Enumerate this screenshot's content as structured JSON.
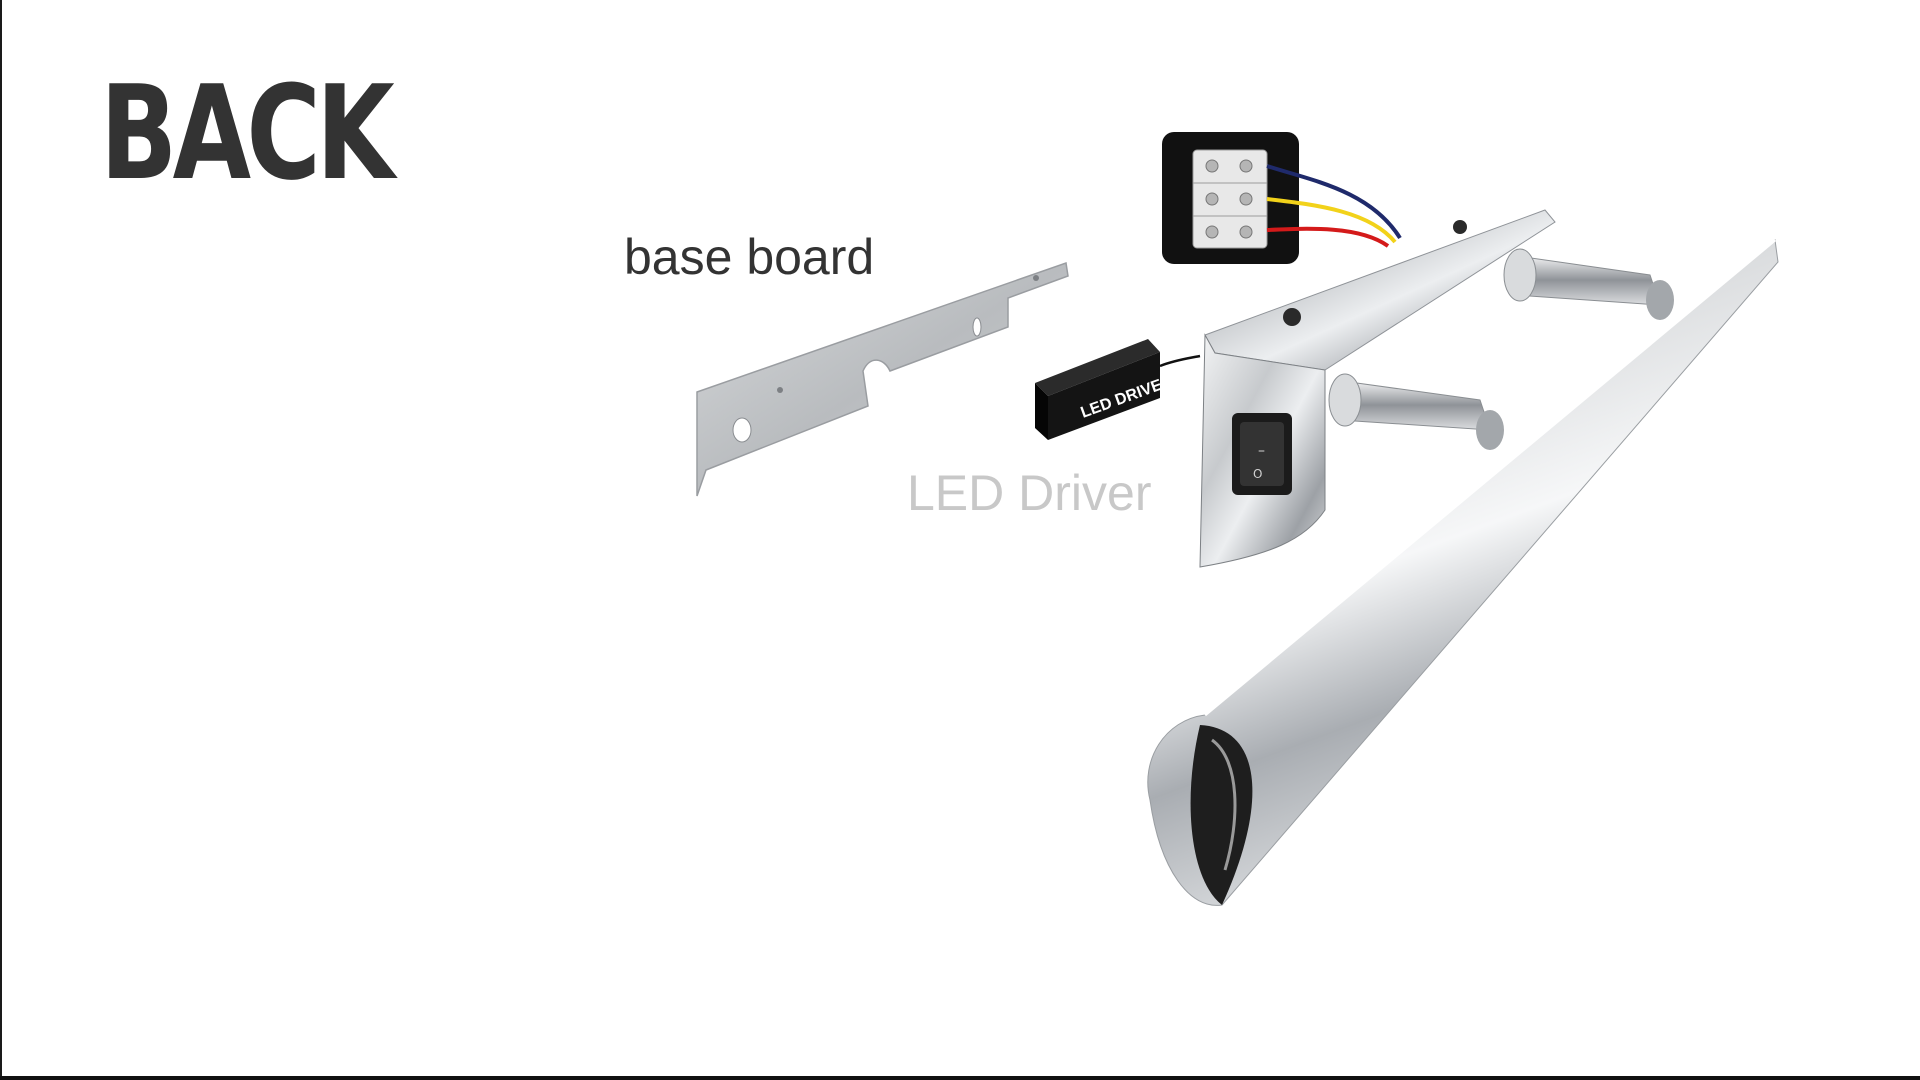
{
  "page": {
    "title": "BACK",
    "title_color": "#333333"
  },
  "labels": {
    "base_board": "base board",
    "base_board_color": "#333333",
    "led_driver": "LED Driver",
    "led_driver_color": "#c8c8c8",
    "driver_box_text": "LED DRIVER",
    "switch_on_symbol": "–",
    "switch_off_symbol": "O"
  },
  "colors": {
    "background": "#ffffff",
    "wire_blue": "#1f2a6b",
    "wire_yellow": "#f2d21a",
    "wire_red": "#d41a1a",
    "chrome": "#c9ccd0",
    "driver_box": "#111111"
  }
}
